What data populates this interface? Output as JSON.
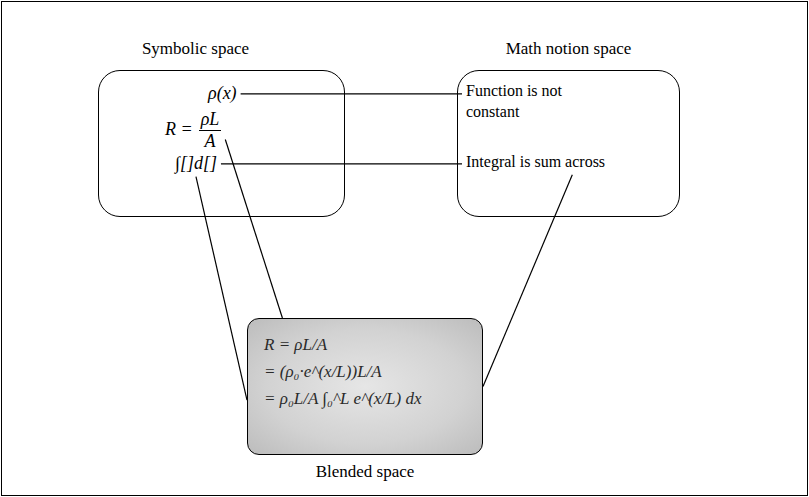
{
  "diagram": {
    "nodes": [
      {
        "text": [
          "Symbolic space"
        ]
      },
      {
        "text": [
          "ρ(x)"
        ],
        "in": 0
      },
      {
        "text": [
          "R =",
          "ρL",
          "A"
        ],
        "in": 0
      },
      {
        "text": [
          "∫[]d[]"
        ],
        "in": 0
      },
      {
        "text": [
          "Math notion space"
        ]
      },
      {
        "text": [
          "Function is not constant"
        ],
        "in": 4
      },
      {
        "text": [
          "Integral is sum across"
        ],
        "in": 4
      },
      {
        "text": [
          "R = ρL/A",
          "= (ρ₀·e^(x/L))L/A",
          "= ρ₀L/A ∫₀^L e^(x/L) dx",
          "Blended space"
        ]
      }
    ],
    "edges": [
      {
        "from": 1,
        "to": 5,
        "arrow": "none"
      },
      {
        "from": 3,
        "to": 6,
        "arrow": "none"
      },
      {
        "from": 2,
        "to": 7,
        "arrow": "none"
      },
      {
        "from": 3,
        "to": 7,
        "arrow": "none"
      },
      {
        "from": 6,
        "to": 7,
        "arrow": "none"
      }
    ]
  }
}
